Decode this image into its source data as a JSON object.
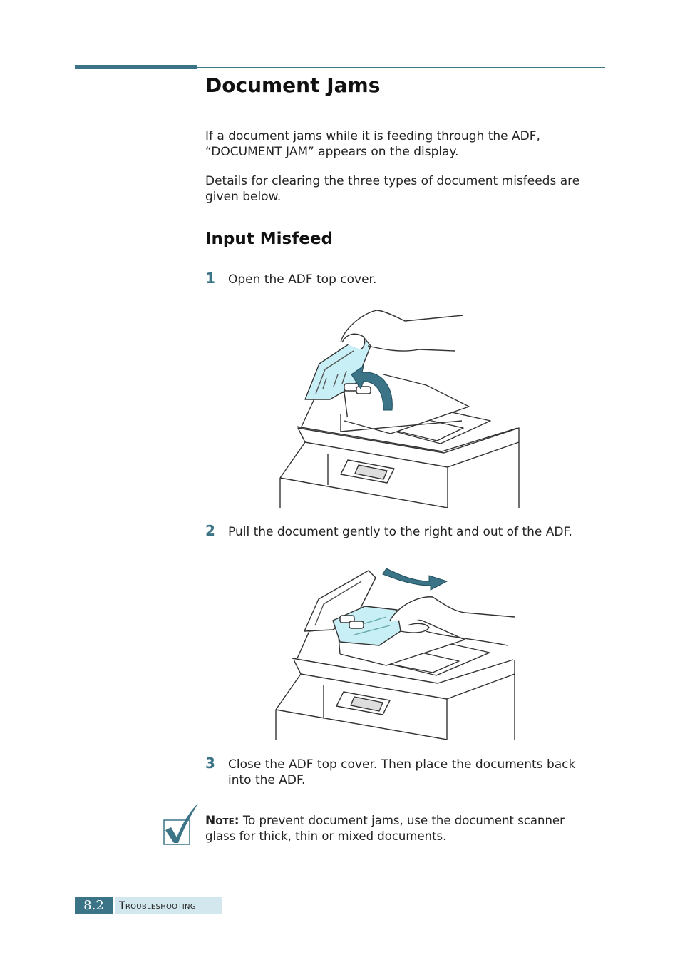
{
  "title": "Document Jams",
  "intro": [
    "If a document jams while it is feeding through the ADF, “DOCUMENT JAM” appears on the display.",
    "Details for clearing the three types of document misfeeds are given below."
  ],
  "section": {
    "heading": "Input Misfeed",
    "steps": [
      {
        "number": "1",
        "text": "Open the ADF top cover."
      },
      {
        "number": "2",
        "text": "Pull the document gently to the right and out of the ADF."
      },
      {
        "number": "3",
        "text": "Close the ADF top cover. Then place the documents back into the ADF."
      }
    ]
  },
  "note": {
    "label": "Note:",
    "text": "To prevent document jams, use the document scanner glass for thick, thin or mixed documents."
  },
  "footer": {
    "page_number": "8.2",
    "section_name": "Troubleshooting"
  },
  "colors": {
    "accent": "#3b7486",
    "highlight": "#c8eef6",
    "footer_box": "#d3e8ee"
  }
}
